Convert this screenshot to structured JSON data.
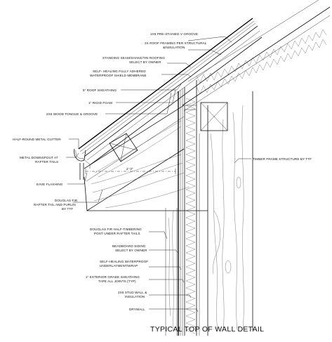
{
  "drawing": {
    "title": "TYPICAL TOP OF WALL DETAIL",
    "dimension": "2'-3\"",
    "labels": [
      {
        "id": "v-groove",
        "lines": [
          "1X8 PRE-STAINED V GROOVE"
        ]
      },
      {
        "id": "roof-framing",
        "lines": [
          "2X ROOF FRAMING PER STRUCTURAL",
          "&INSULATION"
        ]
      },
      {
        "id": "roofing",
        "lines": [
          "STANDING SEAM/SHAKE/TIN ROOFING",
          "SELECT BY OWNER"
        ]
      },
      {
        "id": "membrane",
        "lines": [
          "SELF- HEALING FULLY ADHERED",
          "WATERPROOF SHIELD MEMBRANE"
        ]
      },
      {
        "id": "roof-sheathing",
        "lines": [
          "5\" ROOF SHEATHING"
        ]
      },
      {
        "id": "rigid-foam",
        "lines": [
          "1\" RIGID FOAM"
        ]
      },
      {
        "id": "tongue-groove",
        "lines": [
          "2X6 WOOD TONGUE & GROOVE"
        ]
      },
      {
        "id": "gutter",
        "lines": [
          "HALF-ROUND METAL GUTTER"
        ]
      },
      {
        "id": "downspout",
        "lines": [
          "METAL DOWNSPOUT AT",
          "RAFTER TAILS"
        ]
      },
      {
        "id": "eave-flashing",
        "lines": [
          "EAVE FLASHING"
        ]
      },
      {
        "id": "rafter-tail",
        "lines": [
          "DOUGLAS FIR",
          "RAFTER TAIL AND PURLIN",
          "BY TTF"
        ]
      },
      {
        "id": "timber-frame",
        "lines": [
          "TIMBER FRAME STRUCTURE BY TTF"
        ]
      },
      {
        "id": "half-timbering",
        "lines": [
          "DOUGLAS FIR HALF-TIMBERING",
          "POST UNDER RAFTER TAILS"
        ]
      },
      {
        "id": "siding",
        "lines": [
          "BEADBOARD SIDING",
          "SELECT BY OWNER"
        ]
      },
      {
        "id": "wrap",
        "lines": [
          "SELF-HEALING WATERPROOF",
          "UNDERLAYMENT/WRAP"
        ]
      },
      {
        "id": "wall-sheathing",
        "lines": [
          "1\" EXTERIOR GRADE SHEATHING",
          "TAPE ALL JOINTS (TYP)"
        ]
      },
      {
        "id": "stud-wall",
        "lines": [
          "2X6 STUD WALL &",
          "INSULATION"
        ]
      },
      {
        "id": "drywall",
        "lines": [
          "DRYWALL"
        ]
      }
    ]
  }
}
